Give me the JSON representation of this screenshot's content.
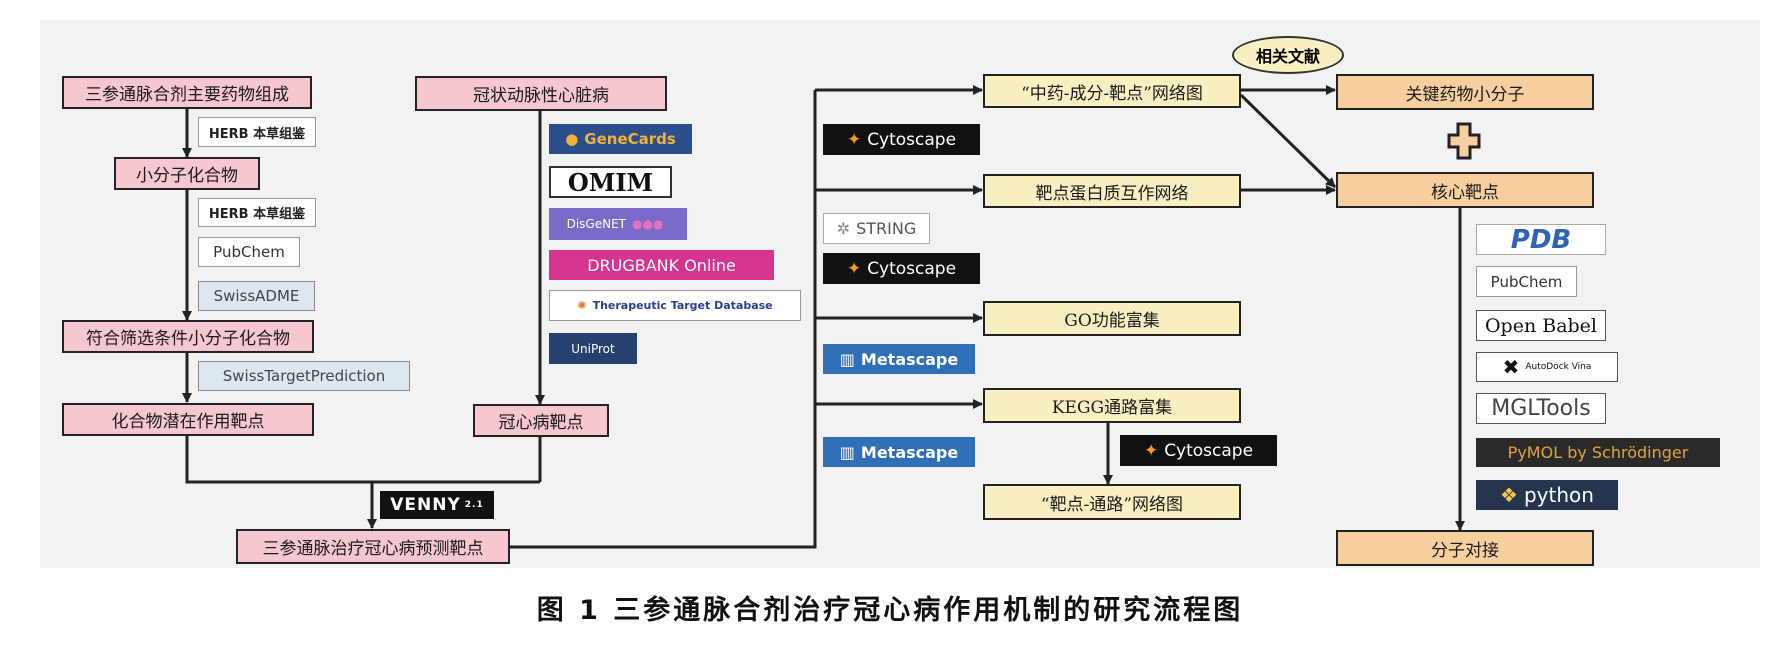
{
  "left_column": {
    "formula_components": "三参通脉合剂主要药物组成",
    "small_molecules": "小分子化合物",
    "screened_molecules": "符合筛选条件小分子化合物",
    "compound_targets": "化合物潜在作用靶点"
  },
  "middle_column": {
    "disease": "冠状动脉性心脏病",
    "disease_targets": "冠心病靶点"
  },
  "merge": {
    "venny": "VENNY",
    "venny_version": "2.1",
    "predicted_targets": "三参通脉治疗冠心病预测靶点"
  },
  "analysis": {
    "network_tcm": "“中药-成分-靶点”网络图",
    "ppi": "靶点蛋白质互作网络",
    "go": "GO功能富集",
    "kegg": "KEGG通路富集",
    "target_pathway": "“靶点-通路”网络图"
  },
  "right_column": {
    "literature": "相关文献",
    "key_molecules": "关键药物小分子",
    "core_targets": "核心靶点",
    "docking": "分子对接"
  },
  "logos": {
    "herb1": "HERB 本草组鉴",
    "herb2": "HERB 本草组鉴",
    "pubchem1": "PubChem",
    "swissadme": "SwissADME",
    "swisstarget": "SwissTargetPrediction",
    "genecards": "GeneCards",
    "omim": "OMIM",
    "disgenet": "DisGeNET",
    "drugbank": "DRUGBANK Online",
    "ttd": "Therapeutic Target Database",
    "uniprot": "UniProt",
    "cytoscape1": "Cytoscape",
    "string": "STRING",
    "cytoscape2": "Cytoscape",
    "metascape1": "Metascape",
    "metascape2": "Metascape",
    "cytoscape3": "Cytoscape",
    "pdb": "PDB",
    "pubchem2": "PubChem",
    "openbabel": "Open Babel",
    "autodock": "AutoDock Vina",
    "mgltools": "MGLTools",
    "pymol": "PyMOL by Schrödinger",
    "python": "python"
  },
  "caption": "图 1   三参通脉合剂治疗冠心病作用机制的研究流程图",
  "colors": {
    "pink": "#f7c7d0",
    "yellow": "#f8f0c0",
    "orange": "#f7cf9f",
    "arrow": "#222222"
  }
}
